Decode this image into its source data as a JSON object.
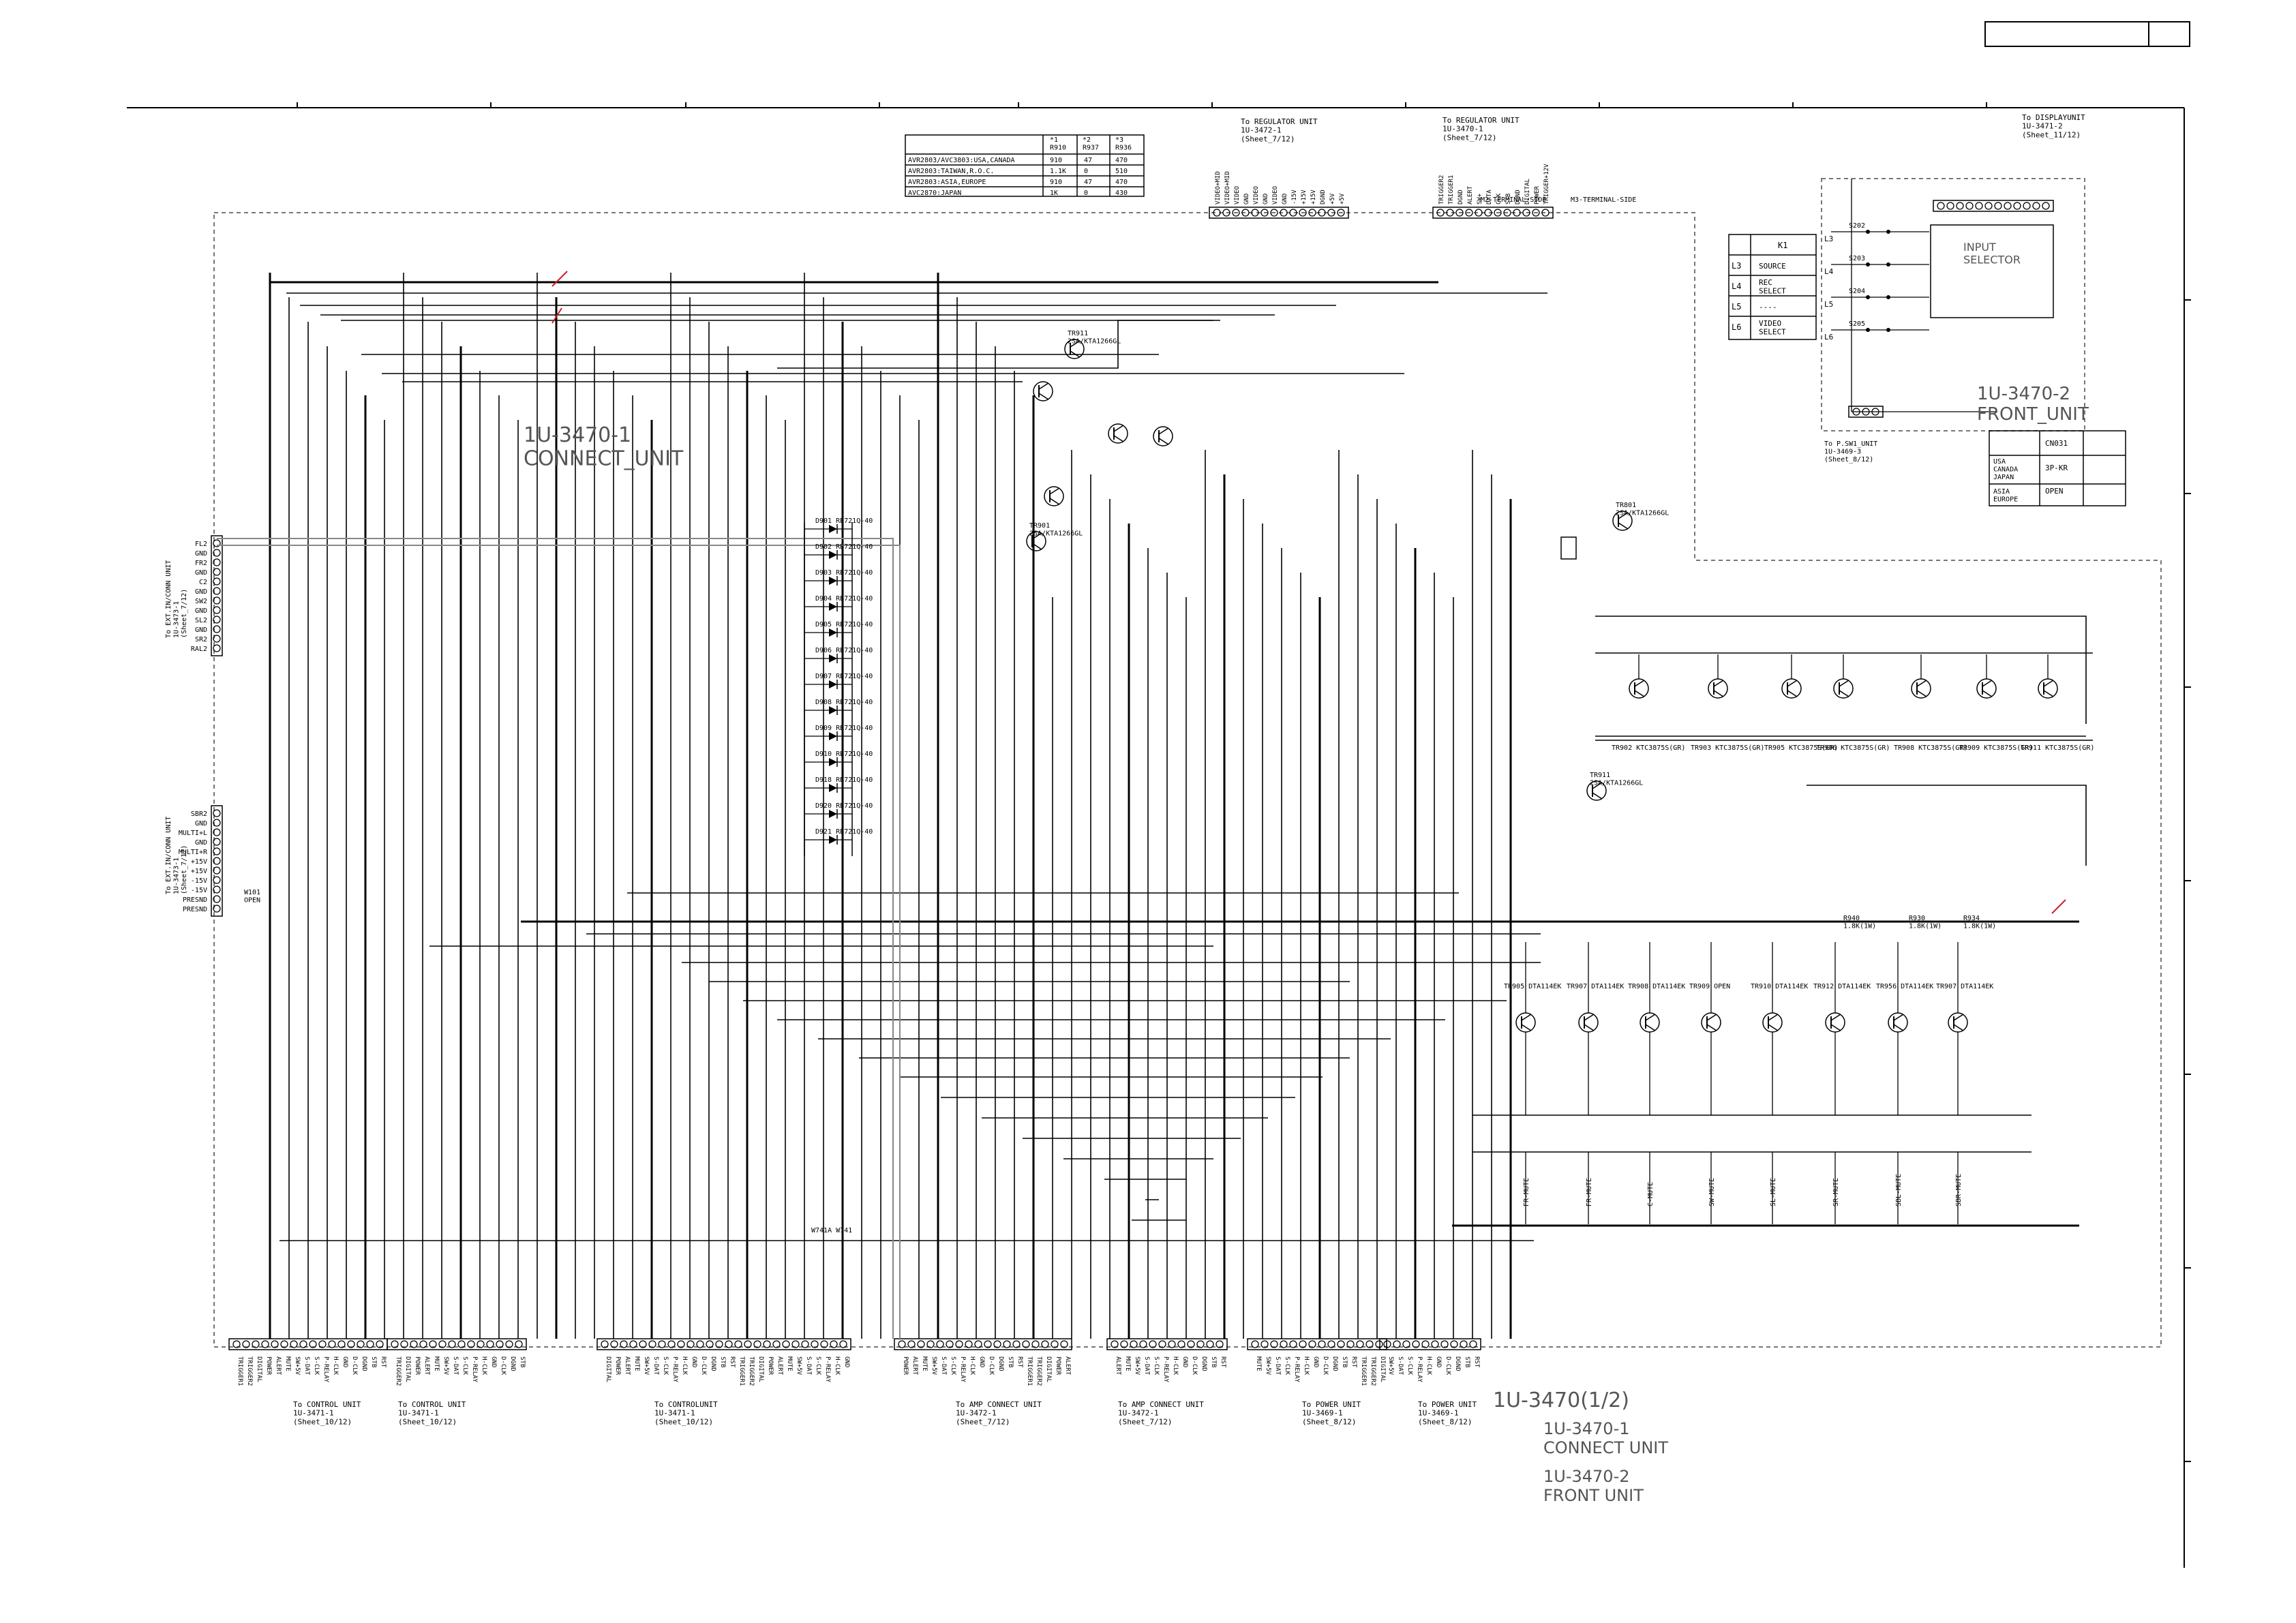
{
  "units": {
    "connect_unit_label": "1U-3470-1\nCONNECT_UNIT",
    "front_unit_label": "1U-3470-2\nFRONT_UNIT",
    "sheet_title": "1U-3470(1/2)",
    "sub_title_1": "1U-3470-1",
    "sub_title_2": "CONNECT UNIT",
    "sub_title_3": "1U-3470-2",
    "sub_title_4": "FRONT UNIT"
  },
  "variant_table": {
    "headers": [
      "",
      "*1\nR910",
      "*2\nR937",
      "*3\nR936"
    ],
    "rows": [
      [
        "AVR2803/AVC3803:USA,CANADA",
        "910",
        "47",
        "470"
      ],
      [
        "AVR2803:TAIWAN,R.O.C.",
        "1.1K",
        "0",
        "510"
      ],
      [
        "AVR2803:ASIA,EUROPE",
        "910",
        "47",
        "470"
      ],
      [
        "AVC2870:JAPAN",
        "1K",
        "0",
        "430"
      ]
    ]
  },
  "k1_table": {
    "header": "K1",
    "rows": [
      [
        "L3",
        "SOURCE"
      ],
      [
        "L4",
        "REC\nSELECT"
      ],
      [
        "L5",
        "----"
      ],
      [
        "L6",
        "VIDEO\nSELECT"
      ]
    ]
  },
  "cn_table": {
    "rows": [
      [
        "",
        "CN031"
      ],
      [
        "USA\nCANADA\nJAPAN",
        "3P-KR"
      ],
      [
        "ASIA\nEUROPE",
        "OPEN"
      ]
    ]
  },
  "top_labels": {
    "to_regulator_1": "To REGULATOR UNIT\n1U-3472-1\n(Sheet_7/12)",
    "to_regulator_2": "To REGULATOR UNIT\n1U-3470-1\n(Sheet_7/12)",
    "to_display_unit": "To DISPLAYUNIT\n1U-3471-2\n(Sheet_11/12)",
    "m2_terminal_side": "M2-TERMINAL-SIDE",
    "m3_terminal_side": "M3-TERMINAL-SIDE",
    "to_p_sw": "To P.SW1_UNIT\n1U-3469-3\n(Sheet_8/12)"
  },
  "bottom_labels": [
    "To CONTROL UNIT\n1U-3471-1\n(Sheet_10/12)",
    "To CONTROL UNIT\n1U-3471-1\n(Sheet_10/12)",
    "To CONTROLUNIT\n1U-3471-1\n(Sheet_10/12)",
    "To AMP CONNECT UNIT\n1U-3472-1\n(Sheet_7/12)",
    "To AMP CONNECT UNIT\n1U-3472-1\n(Sheet_7/12)",
    "To POWER UNIT\n1U-3469-1\n(Sheet_8/12)",
    "To POWER UNIT\n1U-3469-1\n(Sheet_8/12)"
  ],
  "left_labels": {
    "to_ext_in": "To EXT.IN/CONN UNIT\n1U-3473-1\n(Sheet_7/12)",
    "to_multi": "To EXT.IN/CONN UNIT\n1U-3473-1\n(Sheet_7/12)"
  },
  "left_pins_1": [
    "FL2",
    "GND",
    "FR2",
    "GND",
    "C2",
    "GND",
    "SW2",
    "GND",
    "SL2",
    "GND",
    "SR2",
    "RAL2"
  ],
  "left_pins_2": [
    "SBR2",
    "GND",
    "MULTI+L",
    "GND",
    "MULTI+R",
    "+15V",
    "+15V",
    "-15V",
    "-15V",
    "PRESND",
    "PRESND"
  ],
  "diode_labels": [
    "D901 RB721Q-40",
    "D902 RB721Q-40",
    "D903 RB721Q-40",
    "D904 RB721Q-40",
    "D905 RB721Q-40",
    "D906 RB721Q-40",
    "D907 RB721Q-40",
    "D908 RB721Q-40",
    "D909 RB721Q-40",
    "D910 RB721Q-40",
    "D918 RB721Q-40",
    "D920 RB721Q-40",
    "D921 RB721Q-40"
  ],
  "transistor_row_1": [
    "TR902 KTC3875S(GR)",
    "TR903 KTC3875S(GR)",
    "TR905 KTC3875S(GR)",
    "TR906 KTC3875S(GR)",
    "TR908 KTC3875S(GR)",
    "TR909 KTC3875S(GR)",
    "TR911 KTC3875S(GR)"
  ],
  "transistor_row_2": [
    "TR905 DTA114EK",
    "TR907 DTA114EK",
    "TR908 DTA114EK",
    "TR909 OPEN",
    "TR910 DTA114EK",
    "TR912 DTA114EK",
    "TR956 DTA114EK",
    "TR907 DTA114EK"
  ],
  "vertical_net_labels": [
    "FR-MUTE",
    "FR-MUTE",
    "C-MUTE",
    "SW-MUTE",
    "SL-MUTE",
    "SR-MUTE",
    "SBL-MUTE",
    "SBR-MUTE"
  ],
  "misc": {
    "w101": "W101\nOPEN",
    "tr801": "TR801\n2SA/KTA1266GL",
    "tr911": "TR911\n2SA/KTA1266GL",
    "r940": "R940\n1.8K(1W)",
    "r930": "R930\n1.8K(1W)",
    "r934": "R934\n1.8K(1W)",
    "jp": "W741A W741"
  },
  "colors": {
    "line": "#000000",
    "box": "#888888",
    "red": "#cc2222"
  }
}
